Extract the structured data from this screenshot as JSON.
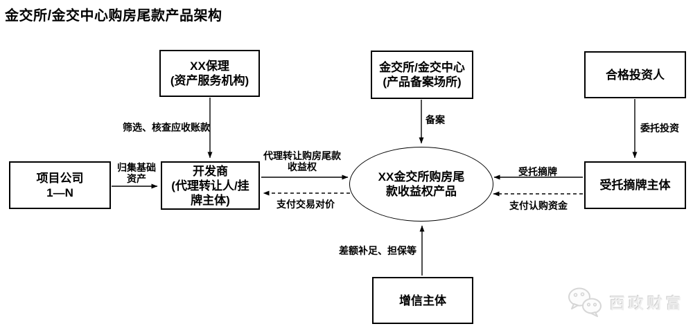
{
  "title": "金交所/金交中心购房尾款产品架构",
  "nodes": {
    "factoring": {
      "line1": "XX保理",
      "line2": "(资产服务机构)"
    },
    "exchange": {
      "line1": "金交所/金交中心",
      "line2": "(产品备案场所)"
    },
    "investor": {
      "line1": "合格投资人"
    },
    "project_company": {
      "line1": "项目公司",
      "line2": "1—N"
    },
    "developer": {
      "line1": "开发商",
      "line2": "(代理转让人/挂",
      "line3": "牌主体)"
    },
    "delisting_agent": {
      "line1": "受托摘牌主体"
    },
    "product": {
      "line1": "XX金交所购房尾",
      "line2": "款收益权产品"
    },
    "credit_enhancer": {
      "line1": "增信主体"
    }
  },
  "edge_labels": {
    "screening": "筛选、核查应收账款",
    "filing": "备案",
    "entrust_investment": "委托投资",
    "pool_assets_line1": "归集基础",
    "pool_assets_line2": "资产",
    "agent_transfer_line1": "代理转让购房尾款",
    "agent_transfer_line2": "收益权",
    "pay_consideration": "支付交易对价",
    "entrust_delisting": "受托摘牌",
    "pay_subscription": "支付认购资金",
    "credit_support": "差额补足、担保等"
  },
  "watermark": {
    "brand": "西政财富",
    "icon": "wechat-bubbles-icon"
  },
  "colors": {
    "text": "#000000",
    "line": "#000000",
    "box_border": "#000000",
    "background": "#ffffff",
    "watermark_gray": "#d6d6d6"
  }
}
